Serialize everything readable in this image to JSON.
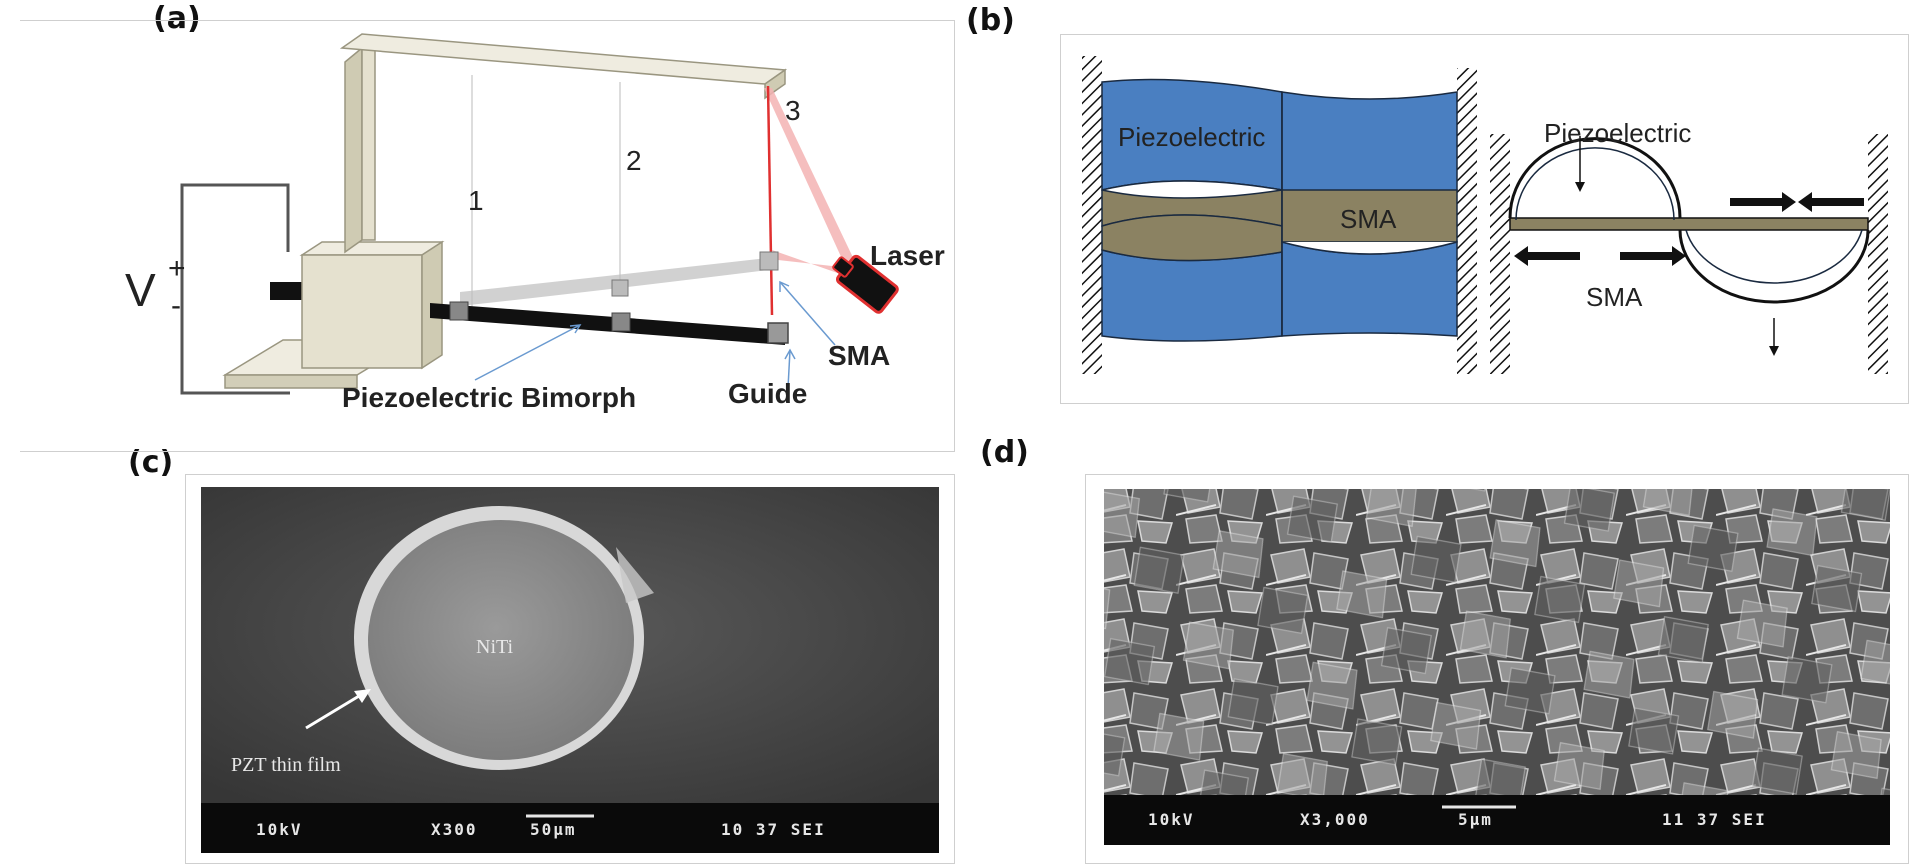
{
  "panels": {
    "a": {
      "letter": "(a)",
      "labels": {
        "voltage": "V",
        "plus": "+",
        "minus": "-",
        "pos1": "1",
        "pos2": "2",
        "pos3": "3",
        "laser": "Laser",
        "sma": "SMA",
        "guide": "Guide",
        "bimorph": "Piezoelectric Bimorph"
      },
      "colors": {
        "frame": "#e5e1cf",
        "frame_edge": "#9a9680",
        "bimorph": "#111111",
        "laser": "#e03030"
      }
    },
    "b": {
      "letter": "(b)",
      "labels": {
        "piezo_left": "Piezoelectric",
        "sma_left": "SMA",
        "piezo_right": "Piezoelectric",
        "sma_right": "SMA"
      },
      "colors": {
        "piezo": "#4a7fc1",
        "sma": "#8b8262",
        "outline": "#1a2a40"
      }
    },
    "c": {
      "letter": "(c)",
      "labels": {
        "core": "NiTi",
        "film": "PZT thin film",
        "voltage": "10kV",
        "magnification": "X300",
        "scale": "50μm",
        "code": "10 37 SEI"
      }
    },
    "d": {
      "letter": "(d)",
      "labels": {
        "voltage": "10kV",
        "magnification": "X3,000",
        "scale": "5μm",
        "code": "11 37 SEI"
      }
    }
  }
}
